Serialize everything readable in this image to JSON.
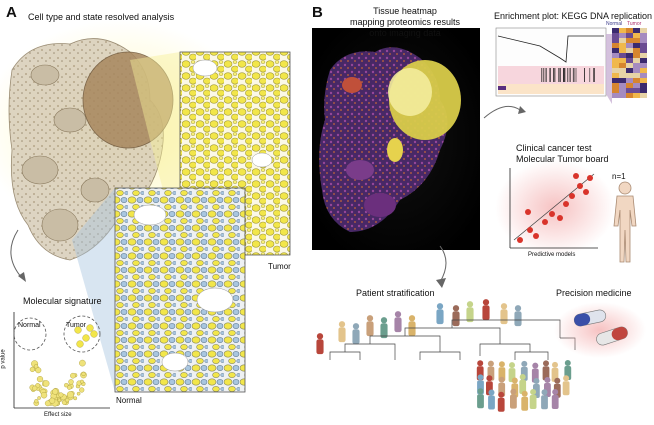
{
  "panel_a": {
    "letter": "A",
    "title": "Cell type and state resolved analysis",
    "label_tumor": "Tumor",
    "label_normal": "Normal",
    "molecular_signature": {
      "title": "Molecular signature",
      "normal": "Normal",
      "tumor": "Tumor",
      "xlabel": "Effect size",
      "ylabel": "p value"
    }
  },
  "panel_b": {
    "letter": "B",
    "heatmap_title": [
      "Tissue heatmap",
      "mapping proteomics results",
      "onto imaging data"
    ],
    "enrichment": {
      "title": "Enrichment plot: KEGG DNA replication",
      "legend_normal": "Normal",
      "legend_tumor": "Tumor"
    },
    "clinical": {
      "title": [
        "Clinical cancer test",
        "Molecular Tumor board"
      ],
      "n_label": "n=1",
      "xlabel": "Predictive models"
    },
    "stratification": {
      "title": "Patient stratification"
    },
    "precision": {
      "title": "Precision medicine"
    }
  },
  "colors": {
    "cell_yellow": "#f2e64a",
    "cell_blue": "#a9c6df",
    "heat_purple": "#5a2f7f",
    "scatter_red": "#d9342b"
  }
}
